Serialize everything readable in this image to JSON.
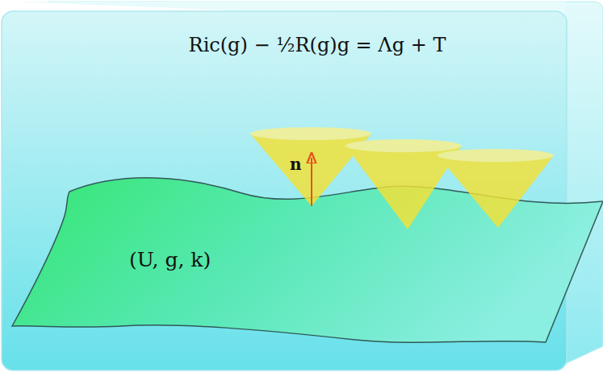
{
  "diagram": {
    "nodes": [
      {
        "text": [
          "(U, g, k)"
        ]
      }
    ],
    "labels": [
      "Ric(g) − ½R(g)g = Λg + T",
      "n"
    ]
  }
}
